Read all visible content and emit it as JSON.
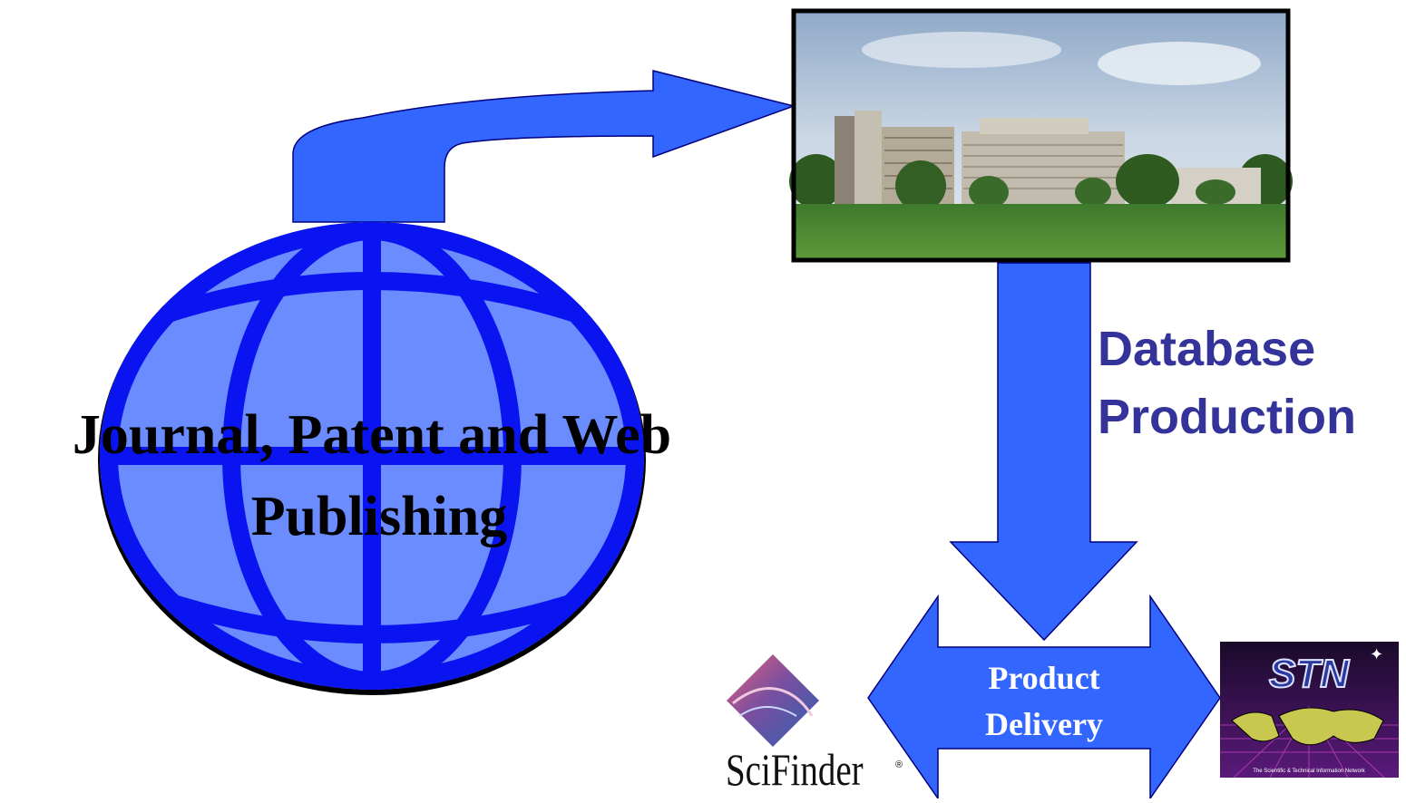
{
  "globe_label": {
    "line1": "Journal, Patent and Web",
    "line2": "Publishing"
  },
  "production_label": {
    "line1": "Database",
    "line2": "Production"
  },
  "delivery_label": {
    "line1": "Product",
    "line2": "Delivery"
  },
  "scifinder_logo": {
    "text": "SciFinder",
    "mark": "®"
  },
  "stn_logo": {
    "text": "STN",
    "tagline": "The Scientific & Technical Information Network"
  },
  "colors": {
    "arrow_fill": "#3366ff",
    "globe_fill": "#6b8cff",
    "globe_lines": "#0a14f0",
    "production_text": "#333399",
    "photo_border": "#000000"
  }
}
